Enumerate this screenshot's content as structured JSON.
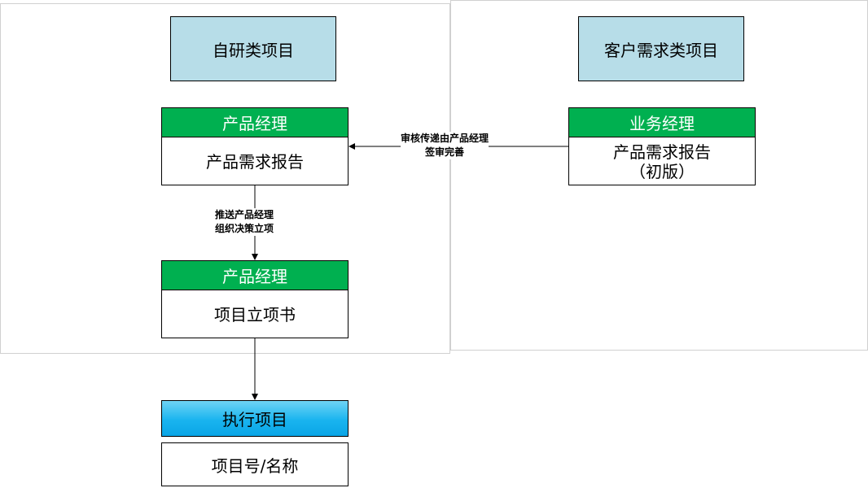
{
  "categories": {
    "self_research": "自研类项目",
    "customer_demand": "客户需求类项目"
  },
  "left_flow": {
    "req_card": {
      "role": "产品经理",
      "doc": "产品需求报告"
    },
    "init_card": {
      "role": "产品经理",
      "doc": "项目立项书"
    },
    "push_label": [
      "推送产品经理",
      "组织决策立项"
    ]
  },
  "right_flow": {
    "req_card": {
      "role": "业务经理",
      "doc_line1": "产品需求报告",
      "doc_line2": "（初版）"
    },
    "transfer_label": [
      "审核传递由产品经理",
      "签审完善"
    ]
  },
  "execution": {
    "title": "执行项目",
    "detail": "项目号/名称"
  },
  "colors": {
    "category_fill": "#b7dde8",
    "role_header_fill": "#00b050",
    "execution_fill": "#19b4ef",
    "panel_border": "#d0d0d0"
  }
}
